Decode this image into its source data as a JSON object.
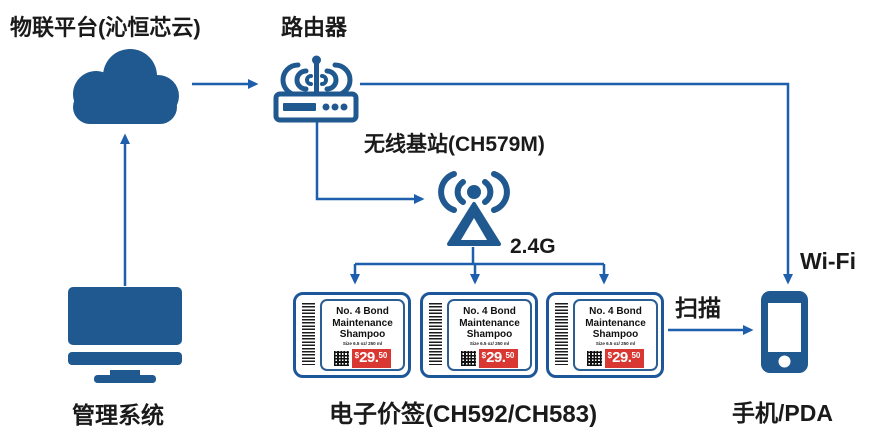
{
  "labels": {
    "iot_platform": "物联平台(沁恒芯云)",
    "router": "路由器",
    "base_station": "无线基站(CH579M)",
    "frequency": "2.4G",
    "wifi": "Wi-Fi",
    "scan": "扫描",
    "esl": "电子价签(CH592/CH583)",
    "management_system": "管理系统",
    "phone_pda": "手机/PDA"
  },
  "price_tag": {
    "line1": "No. 4 Bond",
    "line2": "Maintenance",
    "line3": "Shampoo",
    "size_text": "Size 6.5 oz/ 250 ml",
    "currency": "$",
    "price_main": "29.",
    "price_cents": "50"
  },
  "colors": {
    "icon_blue": "#20598F",
    "line_blue": "#1E5FAD",
    "tag_border": "#1E5799",
    "price_red": "#D93832",
    "text": "#1a1a1a"
  }
}
